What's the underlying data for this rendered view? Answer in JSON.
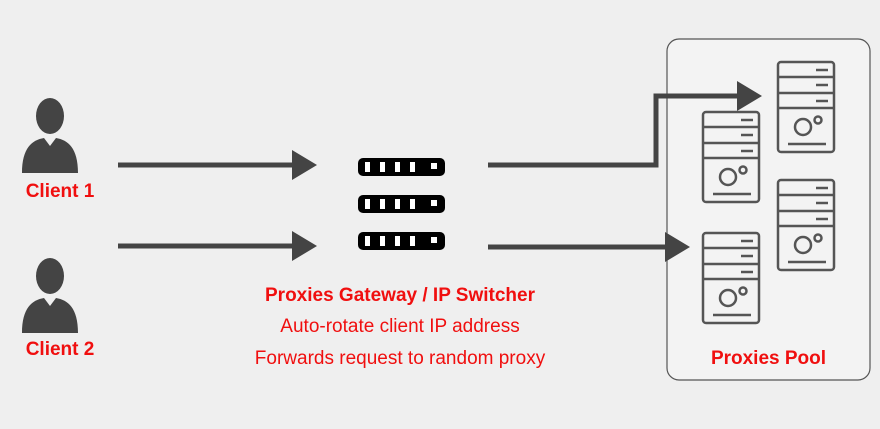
{
  "clients": [
    {
      "label": "Client 1"
    },
    {
      "label": "Client 2"
    }
  ],
  "gateway": {
    "title": "Proxies Gateway / IP Switcher",
    "line1": "Auto-rotate client IP address",
    "line2": "Forwards request to random proxy"
  },
  "pool": {
    "label": "Proxies Pool"
  },
  "colors": {
    "accent": "#f00f0f",
    "arrow": "#444444",
    "icon": "#555555",
    "gateway": "#000000",
    "background": "#efefef"
  }
}
